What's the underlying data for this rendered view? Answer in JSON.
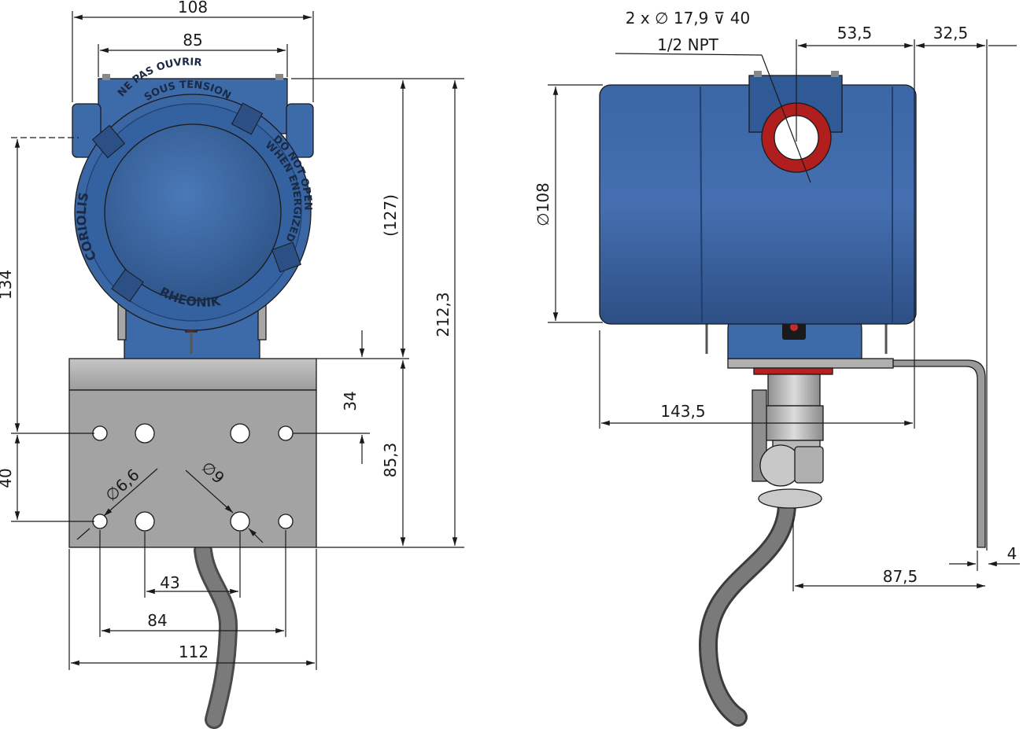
{
  "colors": {
    "housing_blue": "#3d6aa8",
    "housing_dark": "#1f3f6e",
    "bracket_grey": "#a3a3a3",
    "thread_red": "#b01e1e",
    "cable_grey": "#6b6b6b"
  },
  "front_view": {
    "emblem": {
      "top": "NE PAS OUVRIR",
      "top2": "SOUS TENSION",
      "right": "DO NOT OPEN",
      "right2": "WHEN ENERGIZED",
      "left": "CORIOLIS",
      "bottom": "RHEONIK"
    },
    "dims": {
      "width_overall": "108",
      "width_housing": "85",
      "height_cover": "(127)",
      "height_total": "212,3",
      "height_134": "134",
      "height_40": "40",
      "bracket_34": "34",
      "bracket_85": "85,3",
      "hole_small": "∅6,6",
      "hole_large": "∅9",
      "spacing_43": "43",
      "spacing_84": "84",
      "width_112": "112"
    }
  },
  "side_view": {
    "dims": {
      "thread_spec": "2 x ∅ 17,9 ⊽ 40",
      "npt": "1/2 NPT",
      "d_53": "53,5",
      "d_32": "32,5",
      "diameter": "∅108",
      "length": "143,5",
      "offset_87": "87,5",
      "thickness_4": "4"
    }
  }
}
